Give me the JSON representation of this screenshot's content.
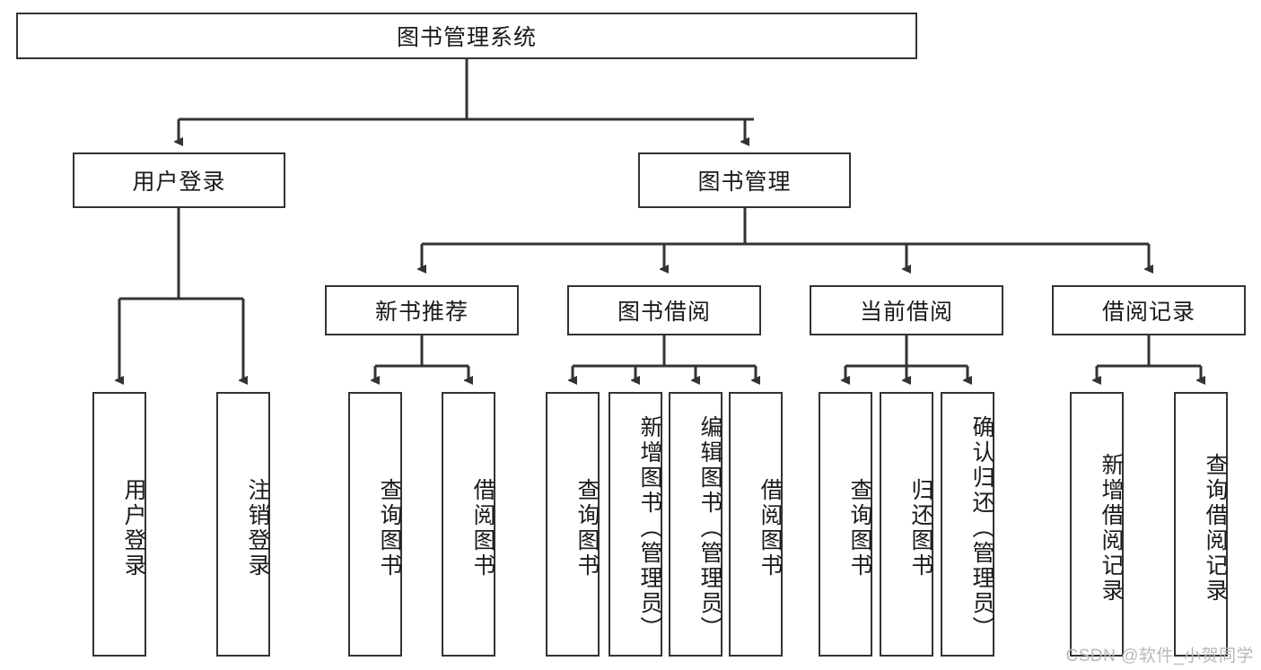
{
  "diagram": {
    "type": "hierarchy-tree",
    "title": "图书管理系统",
    "orientation": "top-down",
    "levels": 4,
    "root": {
      "id": "root",
      "label": "图书管理系统",
      "text_orientation": "horizontal"
    },
    "level2": [
      {
        "id": "user-login",
        "label": "用户登录",
        "text_orientation": "horizontal"
      },
      {
        "id": "book-manage",
        "label": "图书管理",
        "text_orientation": "horizontal"
      }
    ],
    "level3": [
      {
        "id": "new-book-recommend",
        "label": "新书推荐",
        "text_orientation": "horizontal",
        "parent": "book-manage"
      },
      {
        "id": "book-borrow",
        "label": "图书借阅",
        "text_orientation": "horizontal",
        "parent": "book-manage"
      },
      {
        "id": "current-borrow",
        "label": "当前借阅",
        "text_orientation": "horizontal",
        "parent": "book-manage"
      },
      {
        "id": "borrow-record",
        "label": "借阅记录",
        "text_orientation": "horizontal",
        "parent": "book-manage"
      }
    ],
    "leaves": [
      {
        "id": "leaf-user-login",
        "label": "用户登录",
        "text_orientation": "vertical",
        "parent": "user-login"
      },
      {
        "id": "leaf-logout",
        "label": "注销登录",
        "text_orientation": "vertical",
        "parent": "user-login"
      },
      {
        "id": "leaf-query-book-1",
        "label": "查询图书",
        "text_orientation": "vertical",
        "parent": "new-book-recommend"
      },
      {
        "id": "leaf-borrow-book-1",
        "label": "借阅图书",
        "text_orientation": "vertical",
        "parent": "new-book-recommend"
      },
      {
        "id": "leaf-query-book-2",
        "label": "查询图书",
        "text_orientation": "vertical",
        "parent": "book-borrow"
      },
      {
        "id": "leaf-add-book",
        "label": "新增图书（管理员）",
        "text_orientation": "vertical",
        "parent": "book-borrow"
      },
      {
        "id": "leaf-edit-book",
        "label": "编辑图书（管理员）",
        "text_orientation": "vertical",
        "parent": "book-borrow"
      },
      {
        "id": "leaf-borrow-book-2",
        "label": "借阅图书",
        "text_orientation": "vertical",
        "parent": "book-borrow"
      },
      {
        "id": "leaf-query-book-3",
        "label": "查询图书",
        "text_orientation": "vertical",
        "parent": "current-borrow"
      },
      {
        "id": "leaf-return-book",
        "label": "归还图书",
        "text_orientation": "vertical",
        "parent": "current-borrow"
      },
      {
        "id": "leaf-confirm-return",
        "label": "确认归还（管理员）",
        "text_orientation": "vertical",
        "parent": "current-borrow"
      },
      {
        "id": "leaf-add-record",
        "label": "新增借阅记录",
        "text_orientation": "vertical",
        "parent": "borrow-record"
      },
      {
        "id": "leaf-query-record",
        "label": "查询借阅记录",
        "text_orientation": "vertical",
        "parent": "borrow-record"
      }
    ]
  },
  "watermark": {
    "text": "CSDN @软件_小贺同学"
  },
  "colors": {
    "stroke": "#333333",
    "box_fill": "#ffffff",
    "text": "#1a1a1a",
    "watermark": "#b8b8b8",
    "background": "#ffffff"
  }
}
